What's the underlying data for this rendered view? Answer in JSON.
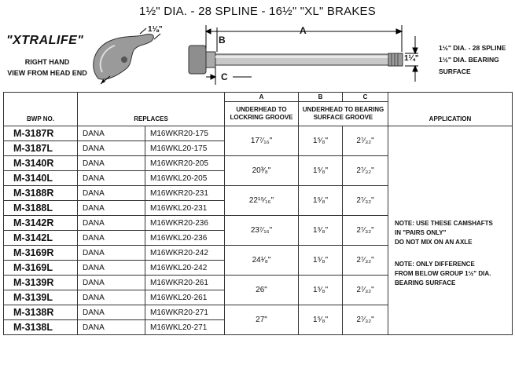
{
  "header": {
    "title": "1½\" DIA. - 28 SPLINE - 16½\" \"XL\" BRAKES",
    "brand": "\"XTRALIFE\"",
    "view_line1": "RIGHT HAND",
    "view_line2": "VIEW FROM HEAD END",
    "head_dim": "1⅛\"",
    "spec_line1": "1½\" DIA. - 28 SPLINE",
    "spec_line2": "1½\" DIA. BEARING",
    "spec_line3": "SURFACE",
    "label_a": "A",
    "label_b": "B",
    "label_c": "C",
    "shaft_dia": "1¼\""
  },
  "table": {
    "headers": {
      "bwp": "BWP NO.",
      "replaces": "REPLACES",
      "a_letter": "A",
      "a_desc1": "UNDERHEAD TO",
      "a_desc2": "LOCKRING GROOVE",
      "b_letter": "B",
      "bc_desc1": "UNDERHEAD TO BEARING",
      "bc_desc2": "SURFACE GROOVE",
      "c_letter": "C",
      "application": "APPLICATION"
    },
    "groups": [
      {
        "a": "17⁷⁄₁₆\"",
        "b": "1⁵⁄₈\"",
        "c": "2⁷⁄₃₂\"",
        "rows": [
          {
            "bwp": "M-3187R",
            "mfr": "DANA",
            "part": "M16WKR20-175"
          },
          {
            "bwp": "M-3187L",
            "mfr": "DANA",
            "part": "M16WKL20-175"
          }
        ]
      },
      {
        "a": "20³⁄₈\"",
        "b": "1⁵⁄₈\"",
        "c": "2⁷⁄₃₂\"",
        "rows": [
          {
            "bwp": "M-3140R",
            "mfr": "DANA",
            "part": "M16WKR20-205"
          },
          {
            "bwp": "M-3140L",
            "mfr": "DANA",
            "part": "M16WKL20-205"
          }
        ]
      },
      {
        "a": "22¹⁵⁄₁₆\"",
        "b": "1⁵⁄₈\"",
        "c": "2⁷⁄₃₂\"",
        "rows": [
          {
            "bwp": "M-3188R",
            "mfr": "DANA",
            "part": "M16WKR20-231"
          },
          {
            "bwp": "M-3188L",
            "mfr": "DANA",
            "part": "M16WKL20-231"
          }
        ]
      },
      {
        "a": "23⁷⁄₁₆\"",
        "b": "1⁵⁄₈\"",
        "c": "2⁷⁄₃₂\"",
        "rows": [
          {
            "bwp": "M-3142R",
            "mfr": "DANA",
            "part": "M16WKR20-236"
          },
          {
            "bwp": "M-3142L",
            "mfr": "DANA",
            "part": "M16WKL20-236"
          }
        ]
      },
      {
        "a": "24¹⁄₈\"",
        "b": "1⁵⁄₈\"",
        "c": "2⁷⁄₃₂\"",
        "rows": [
          {
            "bwp": "M-3169R",
            "mfr": "DANA",
            "part": "M16WKR20-242"
          },
          {
            "bwp": "M-3169L",
            "mfr": "DANA",
            "part": "M16WKL20-242"
          }
        ]
      },
      {
        "a": "26\"",
        "b": "1⁵⁄₈\"",
        "c": "2⁷⁄₃₂\"",
        "rows": [
          {
            "bwp": "M-3139R",
            "mfr": "DANA",
            "part": "M16WKR20-261"
          },
          {
            "bwp": "M-3139L",
            "mfr": "DANA",
            "part": "M16WKL20-261"
          }
        ]
      },
      {
        "a": "27\"",
        "b": "1⁵⁄₈\"",
        "c": "2⁷⁄₃₂\"",
        "rows": [
          {
            "bwp": "M-3138R",
            "mfr": "DANA",
            "part": "M16WKR20-271"
          },
          {
            "bwp": "M-3138L",
            "mfr": "DANA",
            "part": "M16WKL20-271"
          }
        ]
      }
    ],
    "application": {
      "note1_line1": "NOTE: USE THESE CAMSHAFTS",
      "note1_line2": "IN \"PAIRS ONLY\"",
      "note1_line3": "DO NOT MIX ON AN AXLE",
      "note2_line1": "NOTE: ONLY DIFFERENCE",
      "note2_line2": "FROM BELOW GROUP 1½\" DIA.",
      "note2_line3": "BEARING SURFACE"
    }
  }
}
